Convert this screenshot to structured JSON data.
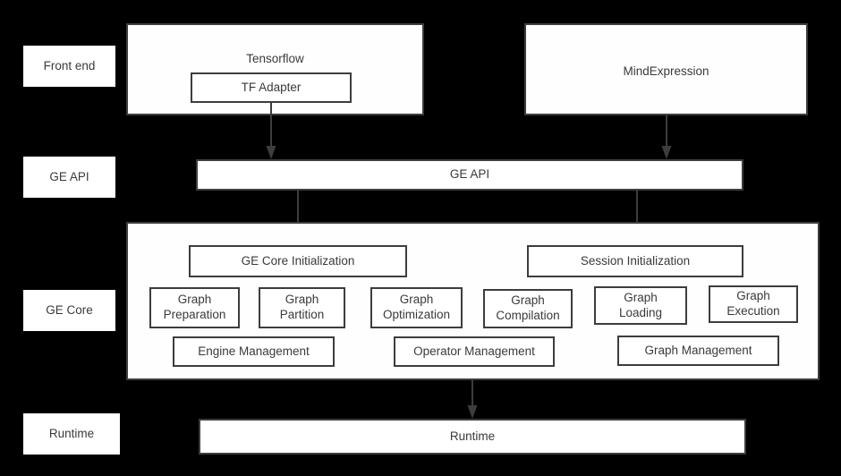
{
  "diagram": {
    "title": "GE architecture layered diagram",
    "background_color": "#000000",
    "box_fill_color": "#ffffff",
    "box_stroke_color": "#3d3d3d",
    "text_color": "#3a3a3a"
  },
  "stage_labels": [
    {
      "id": "front-end",
      "label": "Front end"
    },
    {
      "id": "ge-api",
      "label": "GE API"
    },
    {
      "id": "ge-core",
      "label": "GE Core"
    },
    {
      "id": "runtime",
      "label": "Runtime"
    }
  ],
  "front_end": {
    "tensorflow": {
      "label": "Tensorflow",
      "inner": {
        "label": "TF Adapter"
      }
    },
    "mindexpression": {
      "label": "MindExpression"
    }
  },
  "ge_api_bar": {
    "label": "GE API"
  },
  "ge_core": {
    "init_boxes": [
      {
        "id": "ge-core-initialization",
        "label": "GE Core Initialization"
      },
      {
        "id": "session-initialization",
        "label": "Session Initialization"
      }
    ],
    "modules": [
      {
        "id": "graph-preparation",
        "label": "Graph\nPreparation"
      },
      {
        "id": "graph-partition",
        "label": "Graph\nPartition"
      },
      {
        "id": "graph-optimization",
        "label": "Graph\nOptimization"
      },
      {
        "id": "graph-compilation",
        "label": "Graph\nCompilation"
      },
      {
        "id": "graph-loading",
        "label": "Graph\nLoading"
      },
      {
        "id": "graph-execution",
        "label": "Graph\nExecution"
      }
    ],
    "management": [
      {
        "id": "engine-management",
        "label": "Engine Management"
      },
      {
        "id": "operator-management",
        "label": "Operator Management"
      },
      {
        "id": "graph-management",
        "label": "Graph Management"
      }
    ]
  },
  "runtime_bar": {
    "label": "Runtime"
  },
  "arrows": [
    {
      "id": "tf-adapter-to-ge-api",
      "from": "tf-adapter",
      "to": "ge-api-bar"
    },
    {
      "id": "mindexpression-to-ge-api",
      "from": "mindexpression",
      "to": "ge-api-bar"
    },
    {
      "id": "ge-api-to-ge-core-init",
      "from": "ge-api-bar",
      "to": "ge-core-initialization"
    },
    {
      "id": "ge-api-to-session-init",
      "from": "ge-api-bar",
      "to": "session-initialization"
    },
    {
      "id": "ge-core-to-runtime",
      "from": "ge-core-panel",
      "to": "runtime-bar"
    }
  ]
}
